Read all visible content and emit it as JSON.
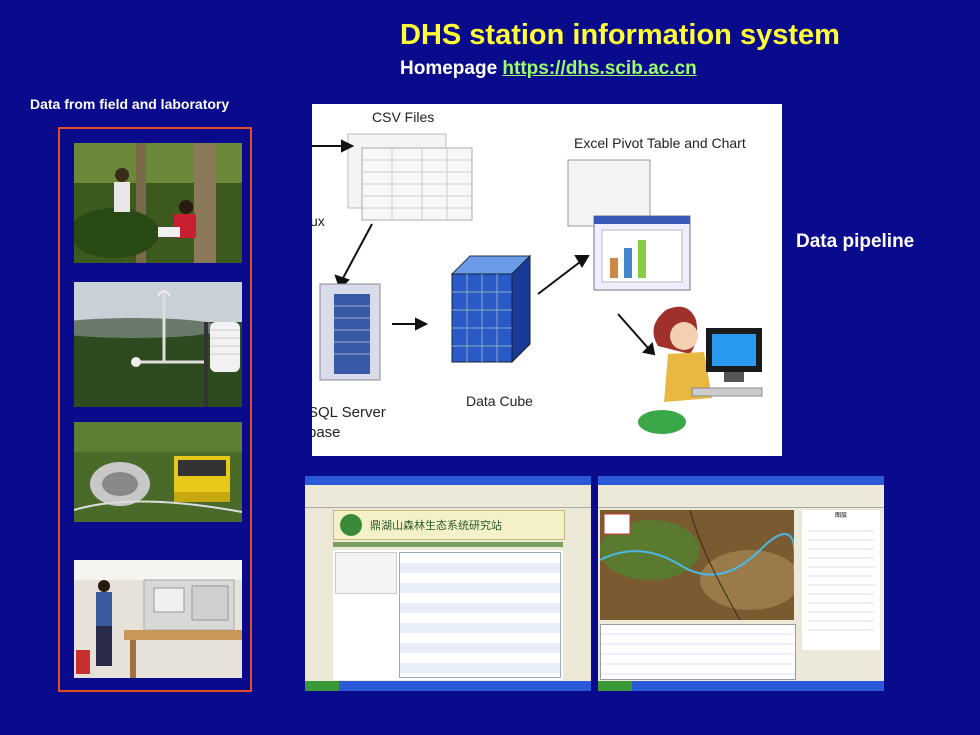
{
  "header": {
    "title": "DHS station information system",
    "homepage_label": "Homepage",
    "homepage_url": "https://dhs.scib.ac.cn"
  },
  "left_panel": {
    "caption": "Data from field and laboratory",
    "photos": [
      {
        "subject": "field-survey"
      },
      {
        "subject": "weather-station"
      },
      {
        "subject": "field-instrument"
      },
      {
        "subject": "laboratory"
      }
    ]
  },
  "pipeline": {
    "side_label": "Data pipeline",
    "csv_label": "CSV Files",
    "excel_label": "Excel Pivot Table and Chart",
    "cube_label": "Data Cube",
    "sql_label_1": "SQL Server",
    "sql_label_2": "base",
    "partial_label": "ux"
  },
  "screenshots": {
    "left_banner": "鼎湖山森林生态系统研究站",
    "right_panel_title": "图层"
  },
  "colors": {
    "background": "#0a0a8c",
    "title": "#ffff33",
    "link": "#99ff66",
    "frame": "#e05020"
  }
}
